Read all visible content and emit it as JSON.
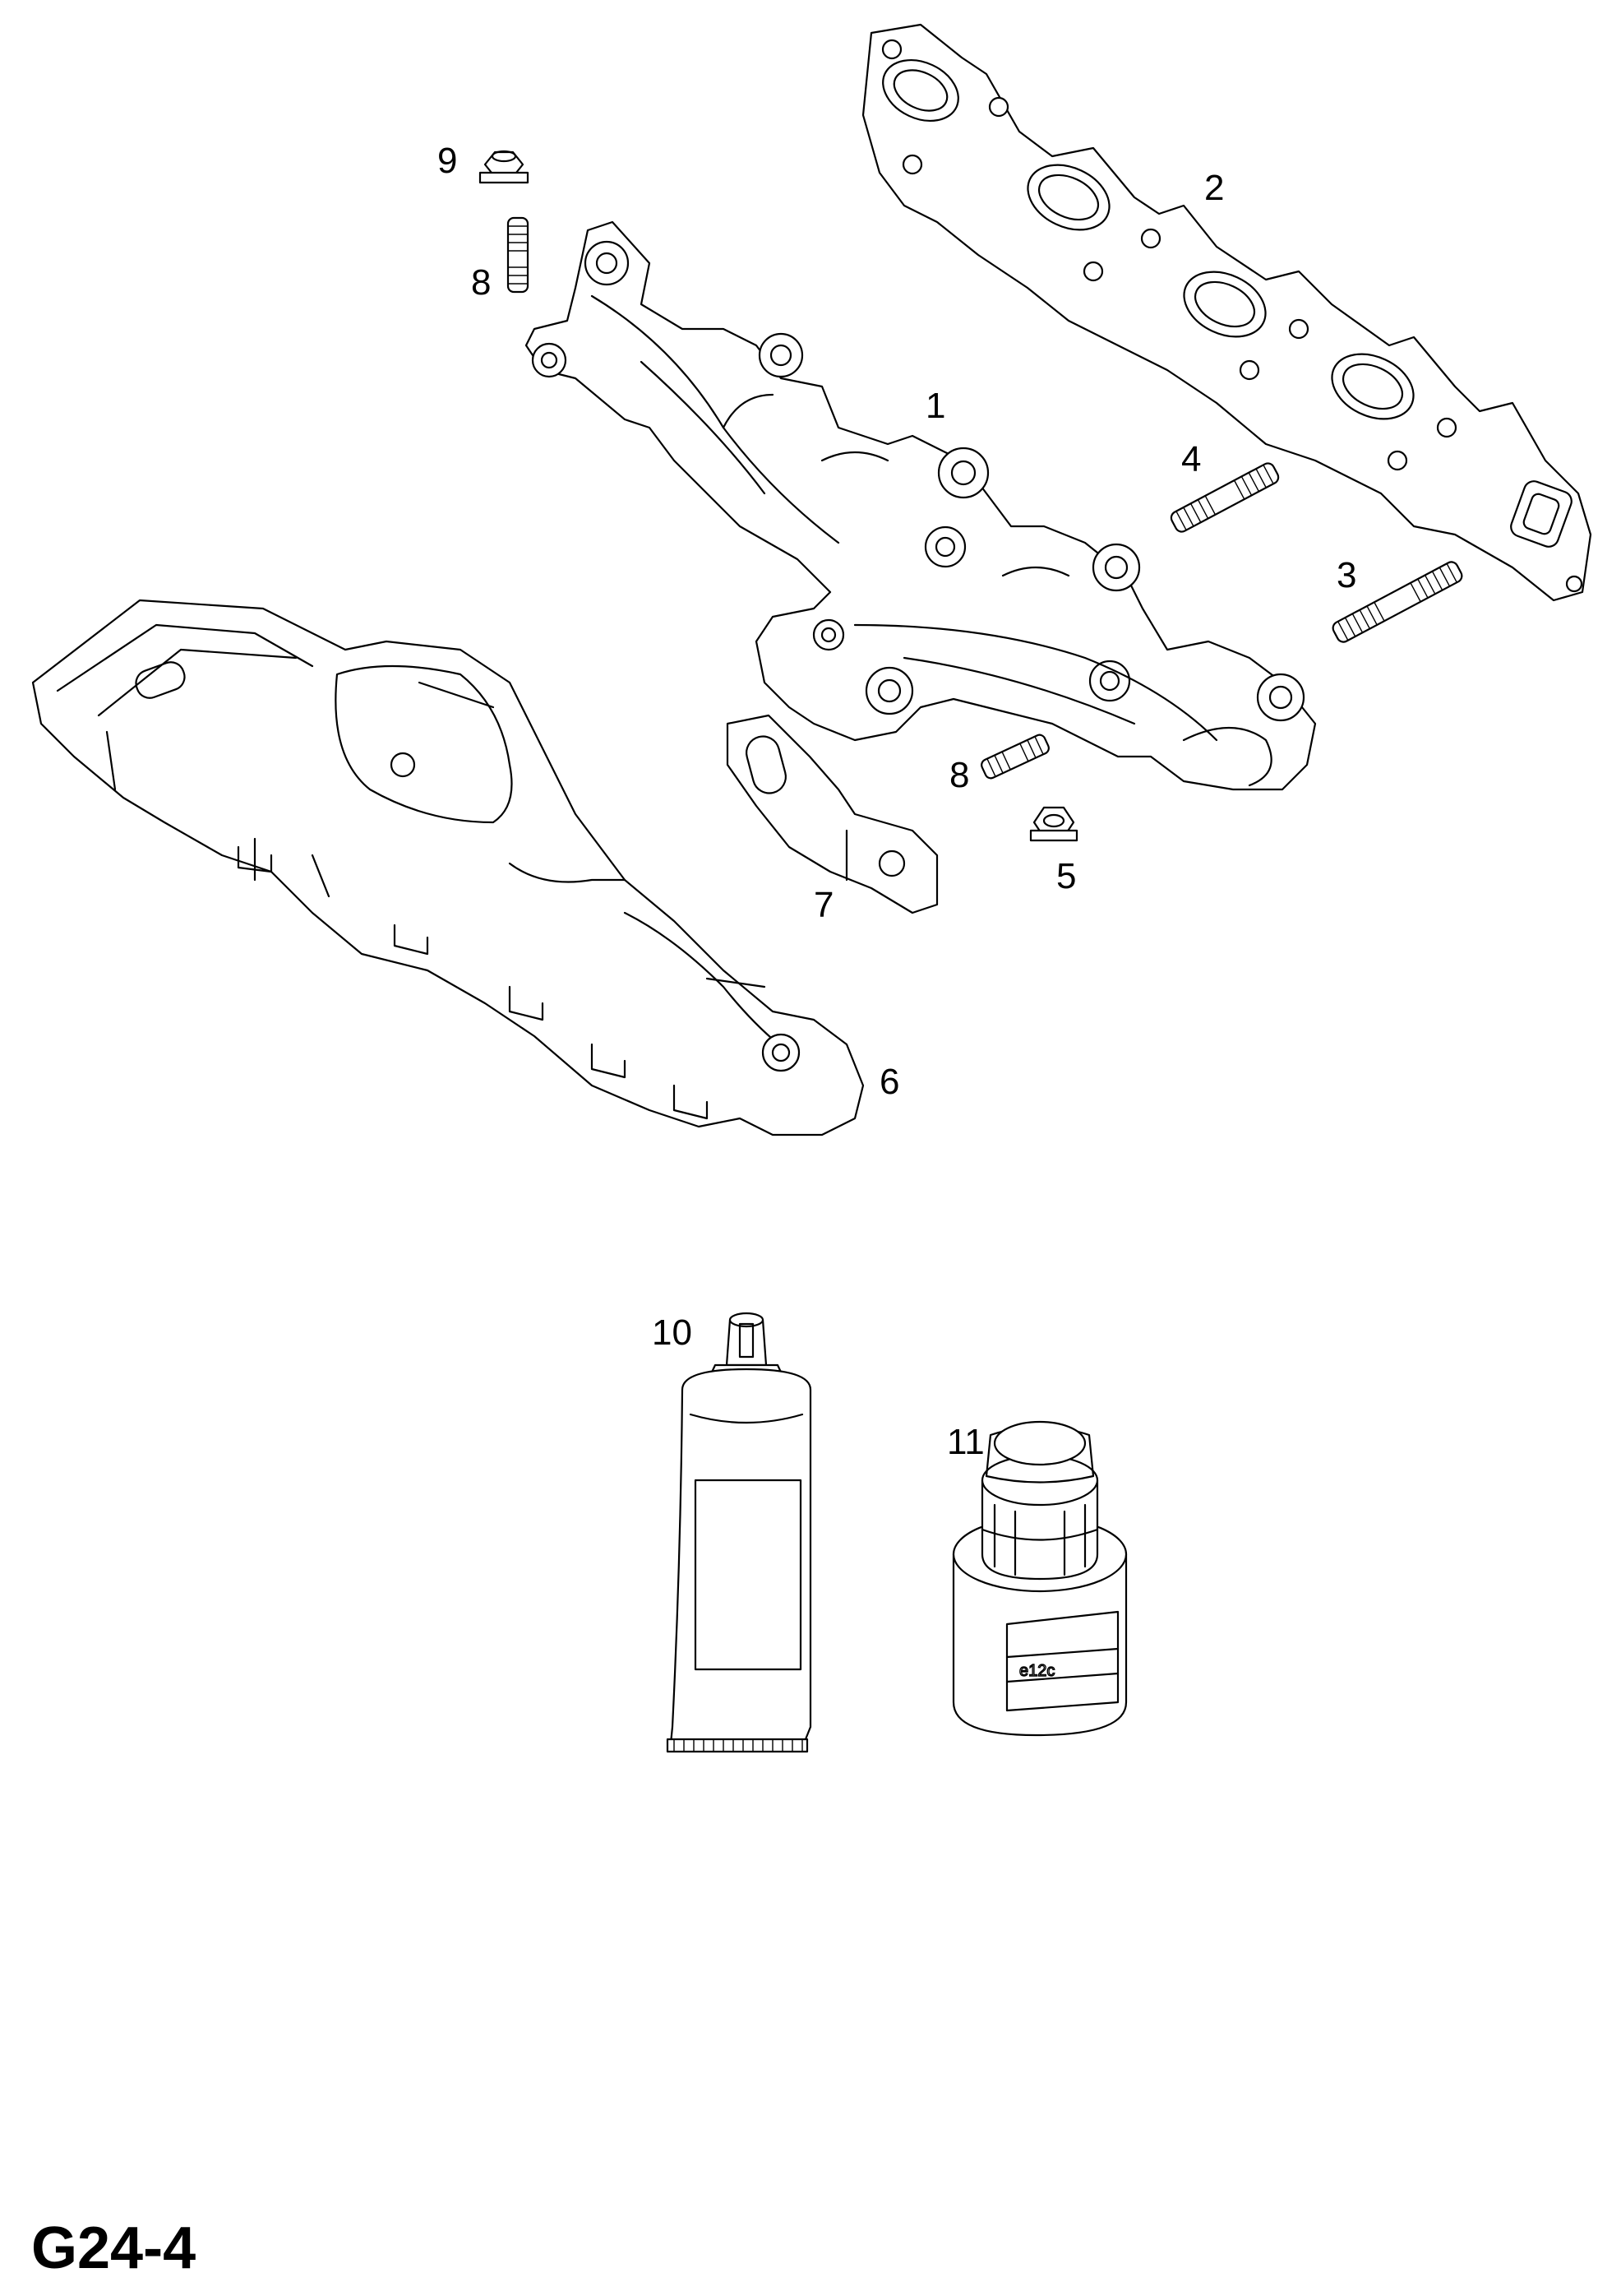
{
  "diagram_code": "G24-4",
  "callouts": {
    "c1": "1",
    "c2": "2",
    "c3": "3",
    "c4": "4",
    "c5": "5",
    "c6": "6",
    "c7": "7",
    "c8a": "8",
    "c8b": "8",
    "c9": "9",
    "c10": "10",
    "c11": "11"
  },
  "label_text": "e12c"
}
